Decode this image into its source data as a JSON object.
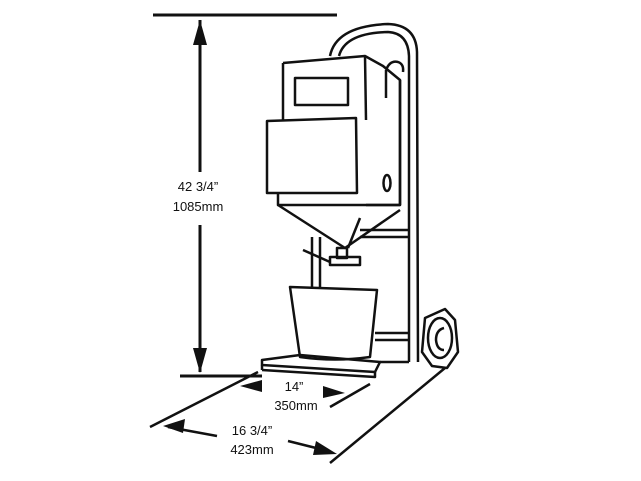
{
  "dimensions": {
    "height": {
      "imperial": "42 3/4”",
      "metric": "1085mm"
    },
    "depth": {
      "imperial": "14”",
      "metric": "350mm"
    },
    "width": {
      "imperial": "16 3/4”",
      "metric": "423mm"
    }
  },
  "colors": {
    "line": "#111111",
    "background": "#ffffff"
  }
}
